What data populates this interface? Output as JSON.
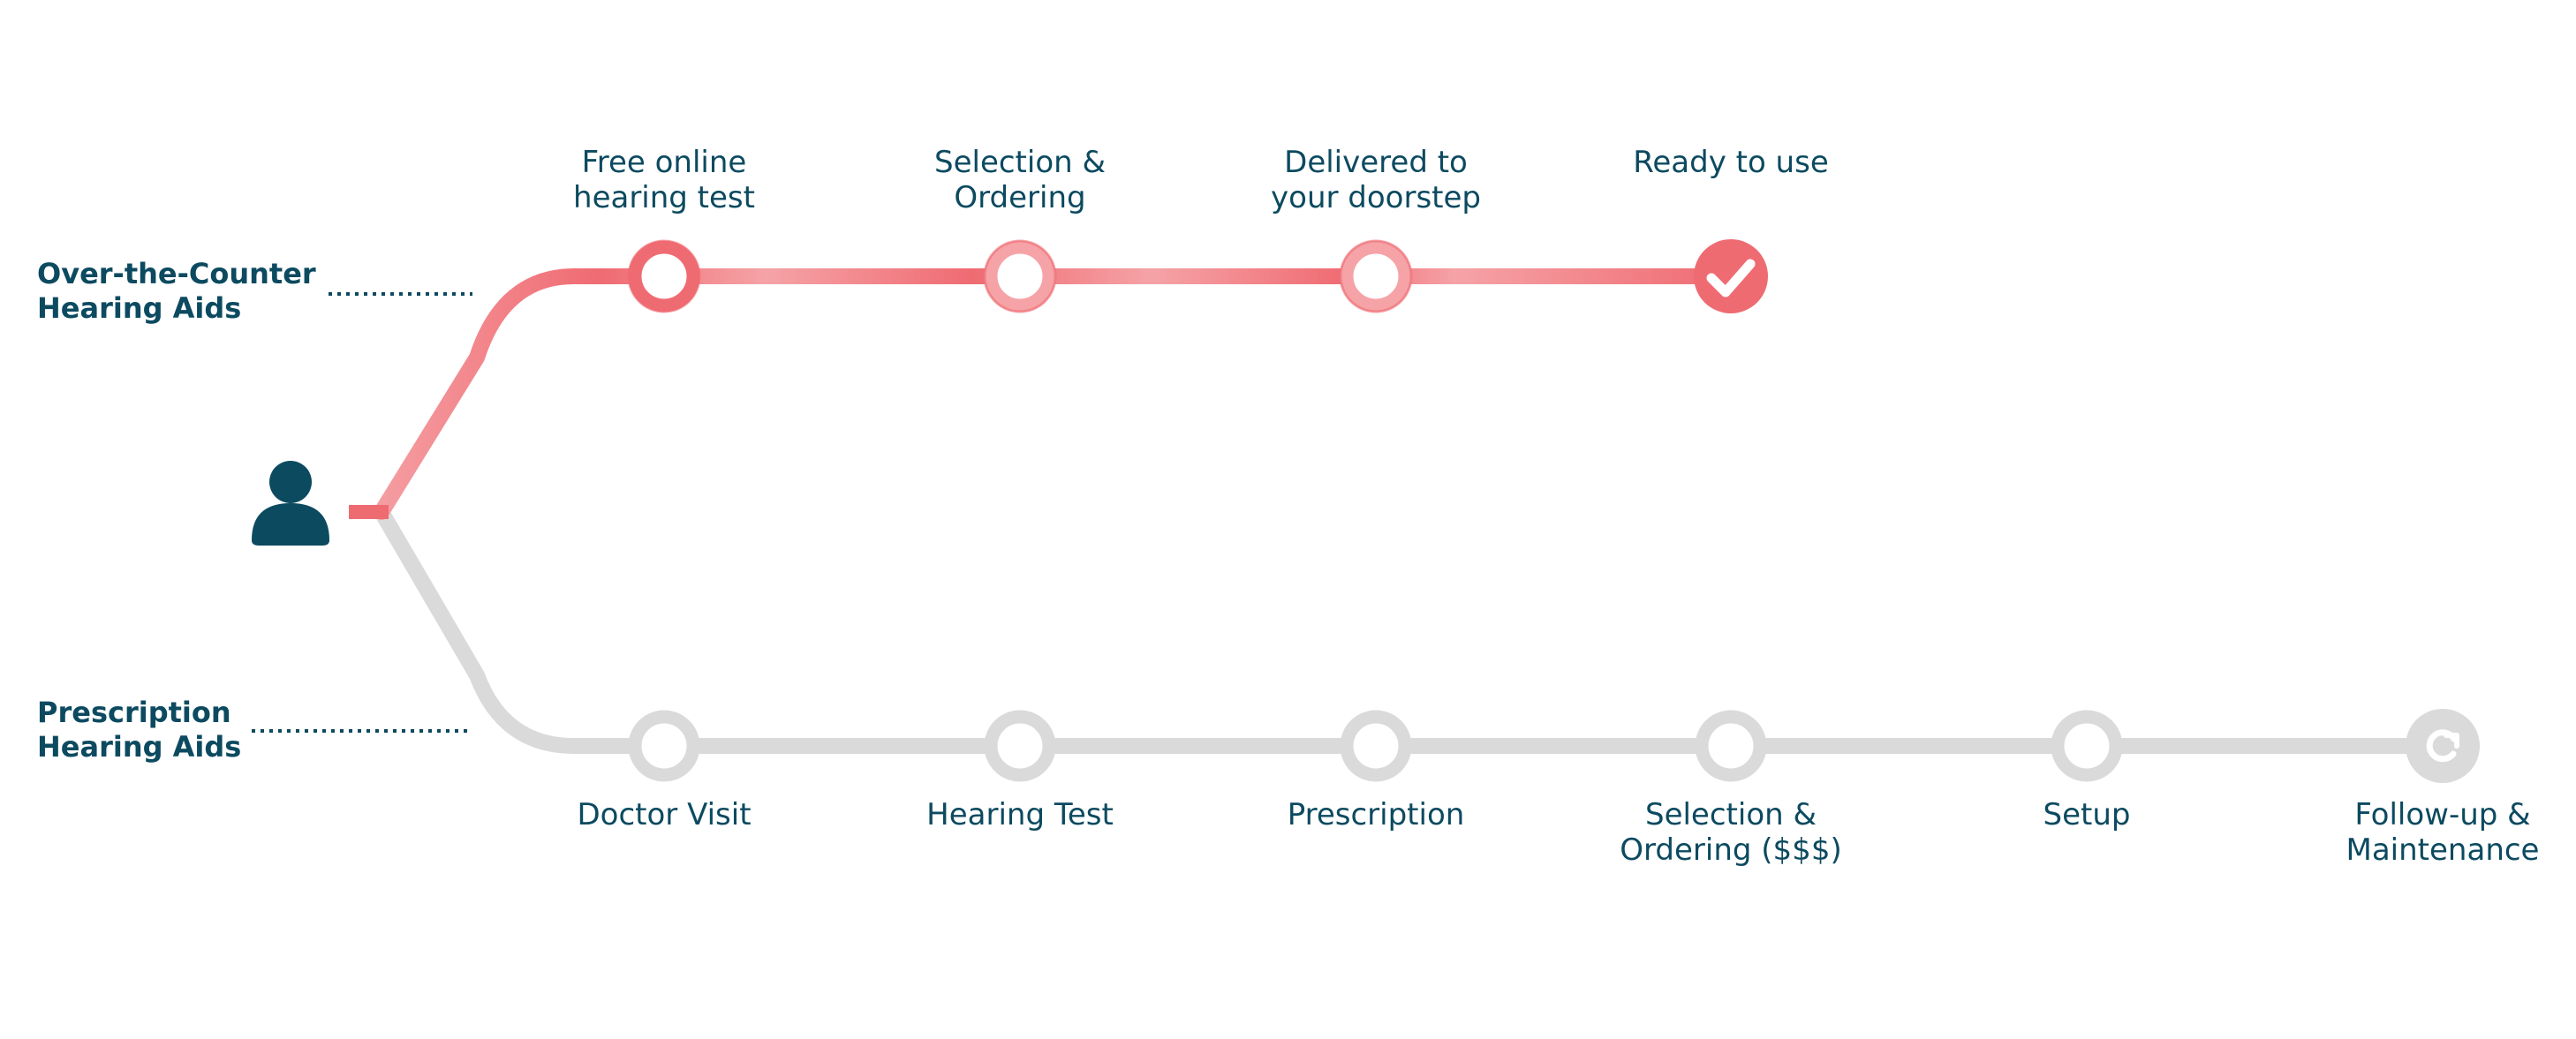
{
  "colors": {
    "otc_track": "#ef6b72",
    "otc_track_light": "#f5a3a7",
    "rx_track": "#dadada",
    "text": "#0c4a60",
    "person": "#0c4a60"
  },
  "otc": {
    "label": "Over-the-Counter\nHearing Aids",
    "steps": [
      {
        "label": "Free online\nhearing test",
        "icon": "ring-icon"
      },
      {
        "label": "Selection &\nOrdering",
        "icon": "ring-icon"
      },
      {
        "label": "Delivered to\nyour doorstep",
        "icon": "ring-icon"
      },
      {
        "label": "Ready to use",
        "icon": "checkmark-icon"
      }
    ]
  },
  "prescription": {
    "label": "Prescription\nHearing Aids",
    "steps": [
      {
        "label": "Doctor Visit",
        "icon": "ring-icon"
      },
      {
        "label": "Hearing Test",
        "icon": "ring-icon"
      },
      {
        "label": "Prescription",
        "icon": "ring-icon"
      },
      {
        "label": "Selection &\nOrdering ($$$)",
        "icon": "ring-icon"
      },
      {
        "label": "Setup",
        "icon": "ring-icon"
      },
      {
        "label": "Follow-up &\nMaintenance",
        "icon": "refresh-icon"
      }
    ]
  },
  "start_icon": "person-icon"
}
